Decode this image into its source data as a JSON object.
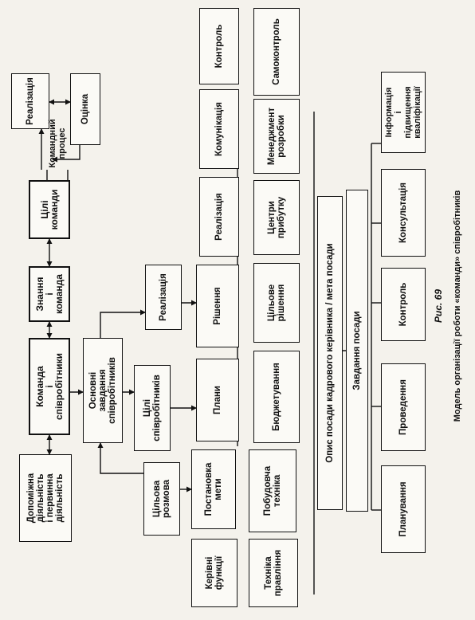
{
  "diagram": {
    "boxes": {
      "realizatsiia_top": "Реалізація",
      "otsinka": "Оцінка",
      "komandnyi_protses": "Командний\nпроцес",
      "tsili_komandy": "Цілі\nкоманди",
      "znannia_komanda": "Знання\nі команда",
      "komanda_spivrobitnyky": "Команда\nі співробітники",
      "dopomizhna": "Допоміжна\nдіяльність\nі первинна\nдіяльність",
      "osnovni_zavdannia": "Основні\nзавдання\nспівробітників",
      "tsili_spivrobitnykiv": "Цілі\nспівробітників",
      "realizatsiia_mid": "Реалізація",
      "tsilova_rozmova": "Цільова\nрозмова",
      "kontrol_top": "Контроль",
      "samokontrol": "Самоконтроль",
      "komunikatsiia": "Комунікація",
      "menedzhment": "Менеджмент\nрозробки",
      "realizatsiia_row": "Реалізація",
      "tsentry_prybutku": "Центри\nприбутку",
      "rishennia": "Рішення",
      "tsilove_rishennia": "Цільове\nрішення",
      "plany": "Плани",
      "biudzhetuvannia": "Бюджетування",
      "postanovka_mety": "Постановка\nмети",
      "pobudovcha_tekhnika": "Побудовча\nтехніка",
      "kerivni_funktsii": "Керівні\nфункції",
      "tekhnika_pravlinnia": "Техніка\nправління",
      "opys_posady": "Опис посади кадрового керівника / мета посади",
      "zavdannia_posady": "Завдання посади",
      "informatsiia": "Інформація\nі підвищення\nкваліфікації",
      "konsultatsiia": "Консультація",
      "kontrol_bottom": "Контроль",
      "provedennia": "Проведення",
      "planuvannia": "Планування"
    },
    "caption": {
      "title": "Рис. 69",
      "text": "Модель організації роботи «команди» співробітників"
    }
  }
}
